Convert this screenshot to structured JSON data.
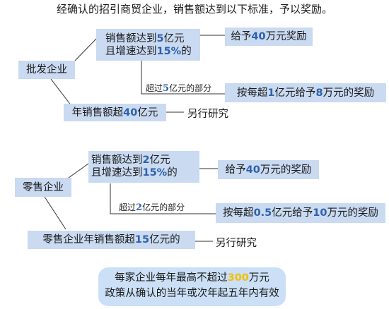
{
  "heading": "经确认的招引商贸企业，销售额达到以下标准，予以奖励。",
  "wholesale": {
    "root": "批发企业",
    "cond_line1_pre": "销售额达到",
    "cond_line1_num": "5",
    "cond_line1_post": "亿元",
    "cond_line2_pre": "且增速达到",
    "cond_line2_num": "15%",
    "cond_line2_post": "的",
    "reward_pre": "给予",
    "reward_num": "40",
    "reward_post": "万元奖励",
    "excess_pre": "超过",
    "excess_num": "5",
    "excess_post": "亿元的部分",
    "extra_pre": "按每超",
    "extra_num1": "1",
    "extra_mid": "亿元给予",
    "extra_num2": "8",
    "extra_post": "万元的奖励",
    "annual_pre": "年销售额超",
    "annual_num": "40",
    "annual_post": "亿元",
    "other": "另行研究"
  },
  "retail": {
    "root": "零售企业",
    "cond_line1_pre": "销售额达到",
    "cond_line1_num": "2",
    "cond_line1_post": "亿元",
    "cond_line2_pre": "且增速达到",
    "cond_line2_num": "15%",
    "cond_line2_post": "的",
    "reward_pre": "给予",
    "reward_num": "40",
    "reward_post": "万元的奖励",
    "excess_pre": "超过",
    "excess_num": "2",
    "excess_post": "亿元的部分",
    "extra_pre": "按每超",
    "extra_num1": "0.5",
    "extra_mid": "亿元给予",
    "extra_num2": "10",
    "extra_post": "万元的奖励",
    "annual_pre": "零售企业年销售额超",
    "annual_num": "15",
    "annual_post": "亿元的",
    "other": "另行研究"
  },
  "policy": {
    "line1_pre": "每家企业每年最高不超过",
    "line1_num": "300",
    "line1_post": "万元",
    "line2": "政策从确认的当年或次年起五年内有效"
  },
  "colors": {
    "box_fill": "#c9daf1",
    "highlight": "#2f60ab",
    "policy_fill": "#cbe0f6",
    "policy_highlight": "#f0c000"
  }
}
